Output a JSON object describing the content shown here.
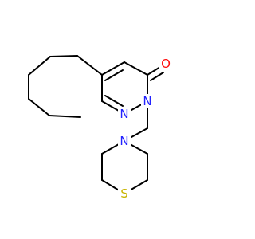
{
  "molecule": {
    "atoms": [
      {
        "id": "O1",
        "element": "O",
        "label": "O",
        "color": "#ff0d0d"
      },
      {
        "id": "N1",
        "element": "N",
        "label": "N",
        "color": "#2323ff"
      },
      {
        "id": "N2",
        "element": "N",
        "label": "N",
        "color": "#2323ff"
      },
      {
        "id": "N3",
        "element": "N",
        "label": "N",
        "color": "#2323ff"
      },
      {
        "id": "S1",
        "element": "S",
        "label": "S",
        "color": "#c8b400"
      }
    ],
    "bond_color": "#000000"
  }
}
